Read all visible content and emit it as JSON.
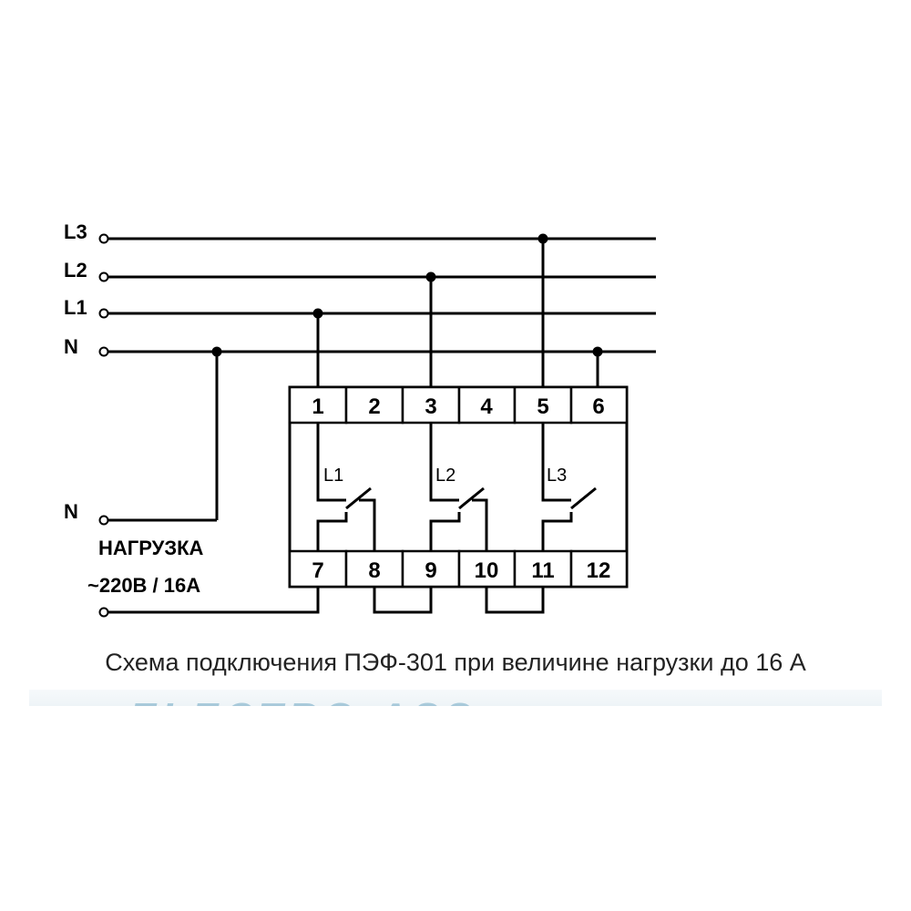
{
  "supply_lines": {
    "l3": "L3",
    "l2": "L2",
    "l1": "L1",
    "n": "N"
  },
  "load": {
    "n_label": "N",
    "name": "НАГРУЗКА",
    "rating": "~220В / 16А"
  },
  "terminals_top": [
    "1",
    "2",
    "3",
    "4",
    "5",
    "6"
  ],
  "terminals_bottom": [
    "7",
    "8",
    "9",
    "10",
    "11",
    "12"
  ],
  "switch_labels": [
    "L1",
    "L2",
    "L3"
  ],
  "caption": "Схема подключения ПЭФ-301 при величине нагрузки до 16 А",
  "watermark": "ELECTRO-ASS"
}
